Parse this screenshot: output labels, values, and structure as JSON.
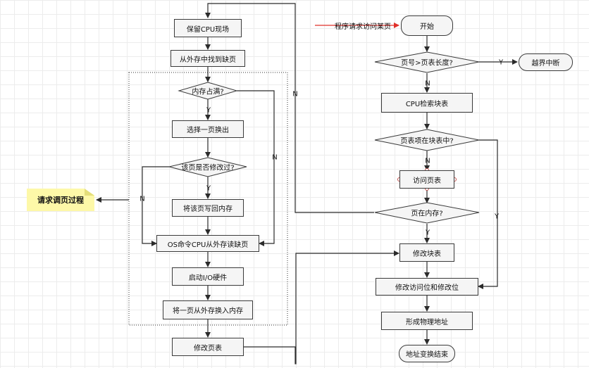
{
  "left": {
    "save_cpu": "保留CPU现场",
    "find_page": "从外存中找到缺页",
    "mem_full": "内存占满?",
    "select_page": "选择一页换出",
    "page_modified": "该页是否修改过?",
    "write_back": "将该页写回内存",
    "os_command": "OS命令CPU从外存读缺页",
    "start_io": "启动I/O硬件",
    "swap_in": "将一页从外存换入内存",
    "update_table": "修改页表"
  },
  "right": {
    "request": "程序请求访问某页",
    "start": "开始",
    "page_len": "页号>页表长度?",
    "out_of_bounds": "越界中断",
    "cpu_search": "CPU检索块表",
    "in_tlb": "页表项在块表中?",
    "access_table": "访问页表",
    "in_memory": "页在内存?",
    "modify_tlb": "修改块表",
    "modify_bits": "修改访问位和修改位",
    "physical_addr": "形成物理地址",
    "end": "地址变换结束"
  },
  "note": "请求调页过程",
  "labels": {
    "y": "Y",
    "n": "N"
  },
  "colors": {
    "box_fill": "#f5f5f5",
    "stroke": "#2b2b2b",
    "note_fill": "#fdf8a8",
    "red_arrow": "#e0302a"
  }
}
